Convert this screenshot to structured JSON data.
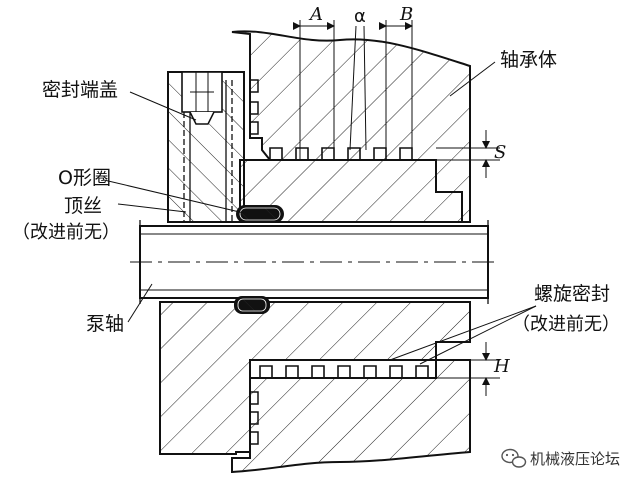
{
  "labels": {
    "bearing_body": "轴承体",
    "seal_end_cap": "密封端盖",
    "o_ring": "O形圈",
    "set_screw": "顶丝",
    "set_screw_note": "（改进前无）",
    "pump_shaft": "泵轴",
    "spiral_seal": "螺旋密封",
    "spiral_seal_note": "（改进前无）"
  },
  "dimensions": {
    "A": "A",
    "alpha": "α",
    "B": "B",
    "S": "S",
    "H": "H"
  },
  "watermark": {
    "icon": "wechat-icon",
    "text": "机械液压论坛"
  },
  "colors": {
    "line": "#111111",
    "background": "#ffffff"
  }
}
